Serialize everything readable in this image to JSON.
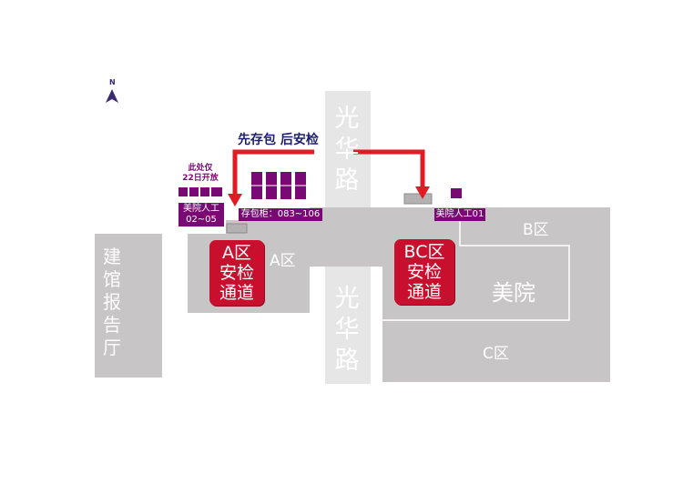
{
  "compass": {
    "label": "N"
  },
  "roads": {
    "guanghua_top": [
      "光",
      "华",
      "路"
    ],
    "guanghua_bottom": [
      "光",
      "华",
      "路"
    ]
  },
  "hall": {
    "chars": [
      "建",
      "馆",
      "报",
      "告",
      "厅"
    ]
  },
  "zones": {
    "a": "A区",
    "b": "B区",
    "c": "C区",
    "meiyuan": "美院"
  },
  "checkpoints": {
    "a": [
      "A区",
      "安检",
      "通道"
    ],
    "bc": [
      "BC区",
      "安检",
      "通道"
    ]
  },
  "instruction": "先存包  后安检",
  "notes": {
    "open_only": [
      "此处仅",
      "22日开放"
    ],
    "lockers": "存包柜：083~106",
    "staff_a": [
      "美院人工",
      "02~05"
    ],
    "staff_bc": "美院人工01"
  },
  "colors": {
    "building": "#c8c5c7",
    "road": "#e4e4e4",
    "checkpoint": "#c8102e",
    "arrow": "#e01b24",
    "locker": "#7a0a73",
    "text_dark": "#1e1e6e"
  }
}
